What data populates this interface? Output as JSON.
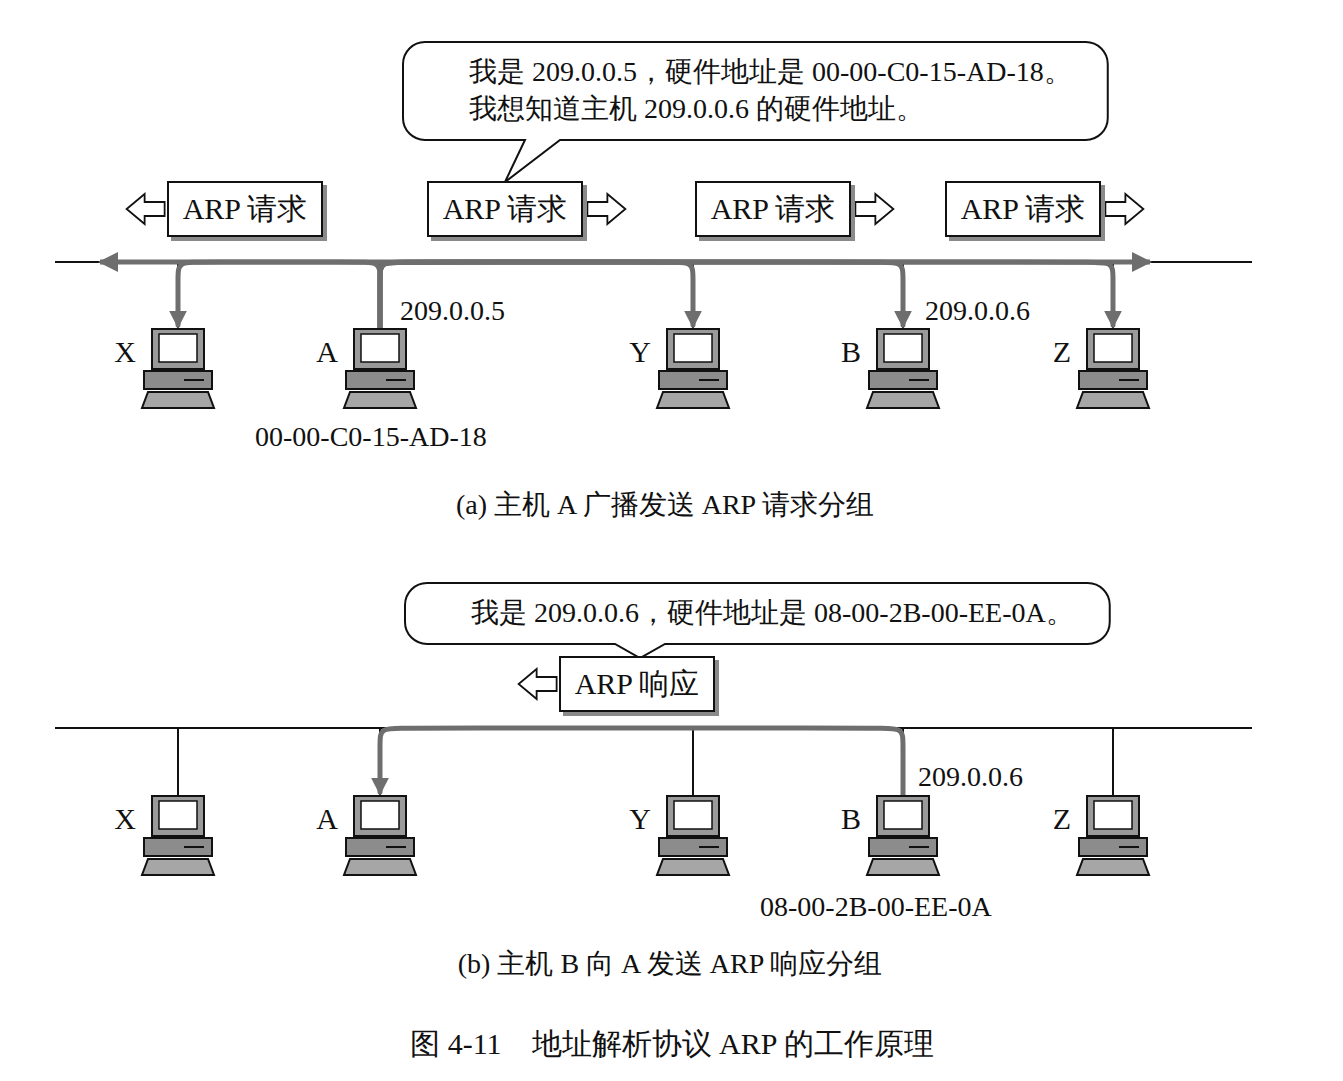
{
  "diagram": {
    "caption": "图 4-11　地址解析协议 ARP 的工作原理",
    "nodes": [
      {
        "text": [
          "我是 209.0.0.5，硬件地址是 00-00-C0-15-AD-18。",
          "我想知道主机 209.0.0.6 的硬件地址。"
        ]
      },
      {
        "text": [
          "ARP 请求"
        ]
      },
      {
        "text": [
          "ARP 请求"
        ]
      },
      {
        "text": [
          "ARP 请求"
        ]
      },
      {
        "text": [
          "ARP 请求"
        ]
      },
      {
        "text": [
          "X"
        ]
      },
      {
        "text": [
          "A"
        ]
      },
      {
        "text": [
          "Y"
        ]
      },
      {
        "text": [
          "B"
        ]
      },
      {
        "text": [
          "Z"
        ]
      },
      {
        "text": [
          "我是 209.0.0.6，硬件地址是 08-00-2B-00-EE-0A。"
        ]
      },
      {
        "text": [
          "ARP 响应"
        ]
      },
      {
        "text": [
          "X"
        ]
      },
      {
        "text": [
          "A"
        ]
      },
      {
        "text": [
          "Y"
        ]
      },
      {
        "text": [
          "B"
        ]
      },
      {
        "text": [
          "Z"
        ]
      }
    ],
    "edges": [
      {
        "from": 6,
        "to": 5,
        "arrow": "to"
      },
      {
        "from": 6,
        "to": 7,
        "arrow": "to"
      },
      {
        "from": 6,
        "to": 8,
        "arrow": "to"
      },
      {
        "from": 6,
        "to": 9,
        "arrow": "to"
      },
      {
        "from": 15,
        "to": 13,
        "arrow": "to"
      }
    ],
    "labels": [
      "209.0.0.5",
      "00-00-C0-15-AD-18",
      "209.0.0.6",
      "(a) 主机 A 广播发送 ARP 请求分组",
      "209.0.0.6",
      "08-00-2B-00-EE-0A",
      "(b) 主机 B 向 A 发送 ARP 响应分组"
    ]
  }
}
